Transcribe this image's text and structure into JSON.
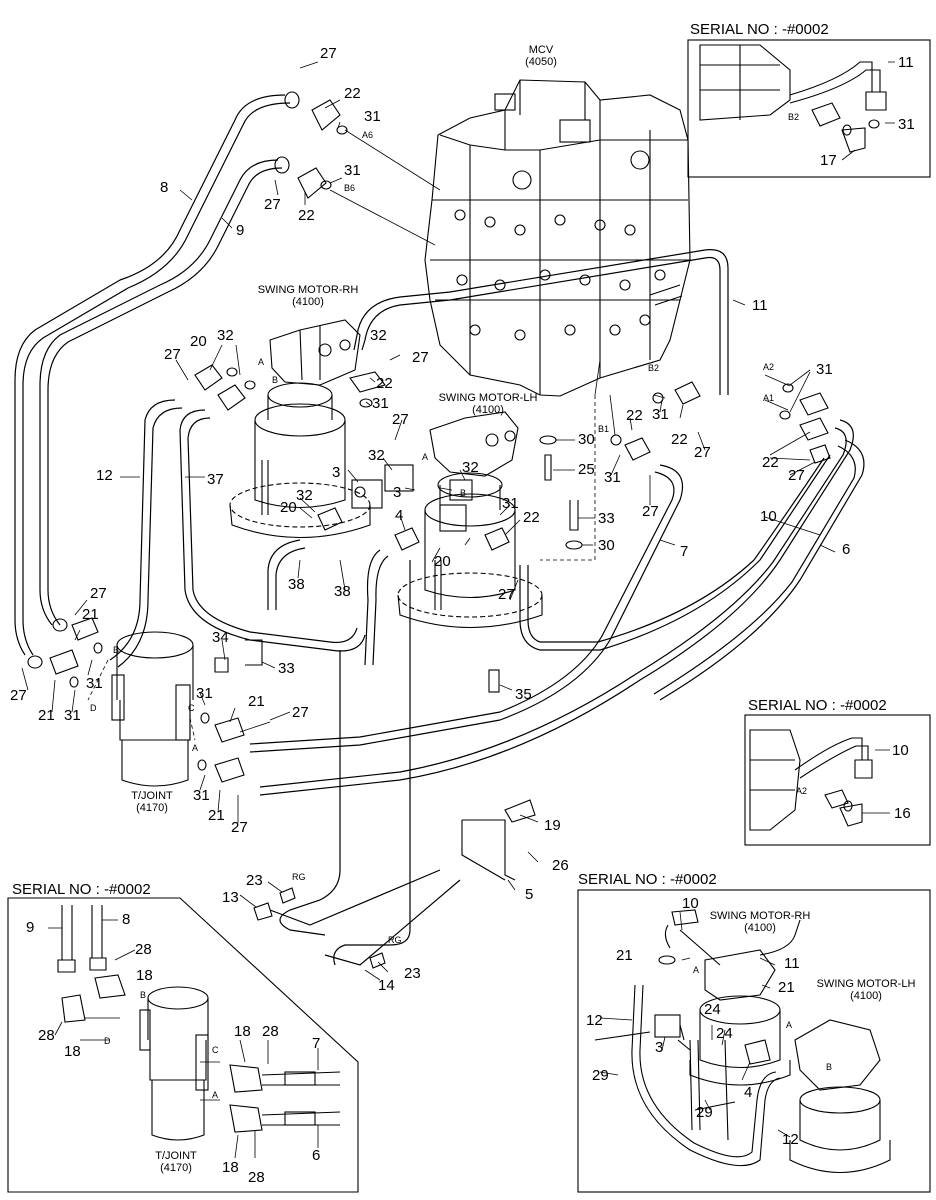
{
  "components": {
    "mcv": {
      "name": "MCV",
      "code": "(4050)"
    },
    "swing_rh": {
      "name": "SWING MOTOR-RH",
      "code": "(4100)"
    },
    "swing_lh": {
      "name": "SWING MOTOR-LH",
      "code": "(4100)"
    },
    "tjoint": {
      "name": "T/JOINT",
      "code": "(4170)"
    }
  },
  "insets": {
    "top_right": {
      "serial": "SERIAL NO : -#0002"
    },
    "mid_right": {
      "serial": "SERIAL NO : -#0002"
    },
    "bottom_left": {
      "serial": "SERIAL NO : -#0002",
      "tjoint_name": "T/JOINT",
      "tjoint_code": "(4170)"
    },
    "bottom_right": {
      "serial": "SERIAL NO : -#0002",
      "rh_name": "SWING MOTOR-RH",
      "rh_code": "(4100)",
      "lh_name": "SWING MOTOR-LH",
      "lh_code": "(4100)"
    }
  },
  "port_labels": {
    "a6": "A6",
    "b6": "B6",
    "a": "A",
    "b": "B",
    "c": "C",
    "d": "D",
    "a1": "A1",
    "a2": "A2",
    "b1": "B1",
    "b2": "B2",
    "rg": "RG"
  },
  "callouts": {
    "main": [
      "27",
      "22",
      "31",
      "31",
      "27",
      "22",
      "8",
      "9",
      "20",
      "32",
      "27",
      "32",
      "27",
      "31",
      "22",
      "27",
      "3",
      "32",
      "3",
      "32",
      "20",
      "32",
      "31",
      "22",
      "4",
      "12",
      "37",
      "38",
      "38",
      "30",
      "25",
      "31",
      "22",
      "22",
      "31",
      "27",
      "31",
      "22",
      "27",
      "27",
      "11",
      "10",
      "6",
      "33",
      "30",
      "7",
      "27",
      "20",
      "35",
      "27",
      "21",
      "27",
      "21",
      "31",
      "31",
      "34",
      "33",
      "31",
      "21",
      "27",
      "31",
      "21",
      "27",
      "19",
      "26",
      "5",
      "23",
      "13",
      "23",
      "14"
    ],
    "top_right": [
      "11",
      "B2",
      "31",
      "17"
    ],
    "mid_right": [
      "10",
      "A2",
      "16"
    ],
    "bottom_left": [
      "9",
      "8",
      "28",
      "18",
      "28",
      "18",
      "18",
      "28",
      "7",
      "18",
      "28",
      "6"
    ],
    "bottom_right": [
      "10",
      "21",
      "11",
      "21",
      "12",
      "24",
      "3",
      "24",
      "29",
      "29",
      "4",
      "12"
    ]
  }
}
